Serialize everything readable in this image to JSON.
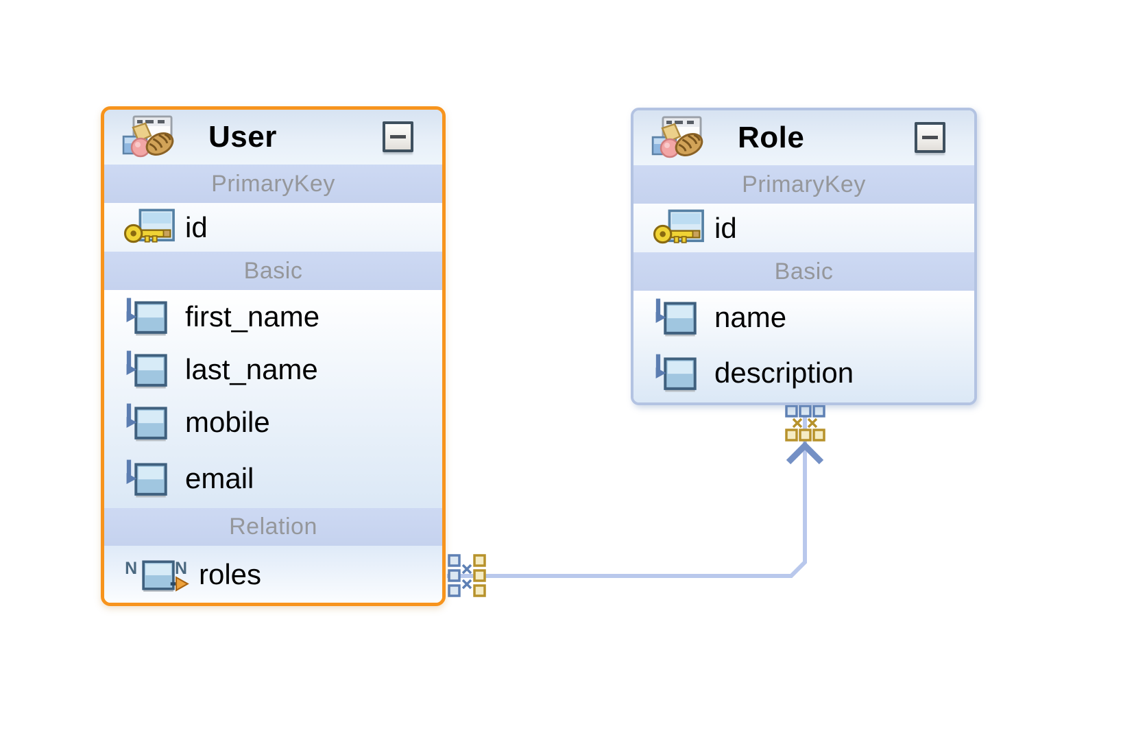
{
  "diagram": {
    "entities": [
      {
        "name": "User",
        "selected": true,
        "sections": [
          {
            "label": "PrimaryKey",
            "fields": [
              {
                "name": "id",
                "icon": "primary-key"
              }
            ]
          },
          {
            "label": "Basic",
            "fields": [
              {
                "name": "first_name",
                "icon": "basic-attribute"
              },
              {
                "name": "last_name",
                "icon": "basic-attribute"
              },
              {
                "name": "mobile",
                "icon": "basic-attribute"
              },
              {
                "name": "email",
                "icon": "basic-attribute"
              }
            ]
          },
          {
            "label": "Relation",
            "fields": [
              {
                "name": "roles",
                "icon": "many-to-many-relation"
              }
            ]
          }
        ]
      },
      {
        "name": "Role",
        "selected": false,
        "sections": [
          {
            "label": "PrimaryKey",
            "fields": [
              {
                "name": "id",
                "icon": "primary-key"
              }
            ]
          },
          {
            "label": "Basic",
            "fields": [
              {
                "name": "name",
                "icon": "basic-attribute"
              },
              {
                "name": "description",
                "icon": "basic-attribute"
              }
            ]
          }
        ]
      }
    ],
    "relationship": {
      "type": "many-to-many",
      "from": "User.roles",
      "to": "Role",
      "cardinality_letter": "N"
    },
    "colors": {
      "selected_entity_border": "#f7941d",
      "entity_border": "#b3c3e2",
      "section_band": "#c9d6f0",
      "section_band_text": "#95979b",
      "connector_line": "#b9c8ec",
      "marker_blue": "#5e80b4",
      "marker_gold": "#b7922b",
      "relation_arrow_orange": "#e89030"
    }
  }
}
